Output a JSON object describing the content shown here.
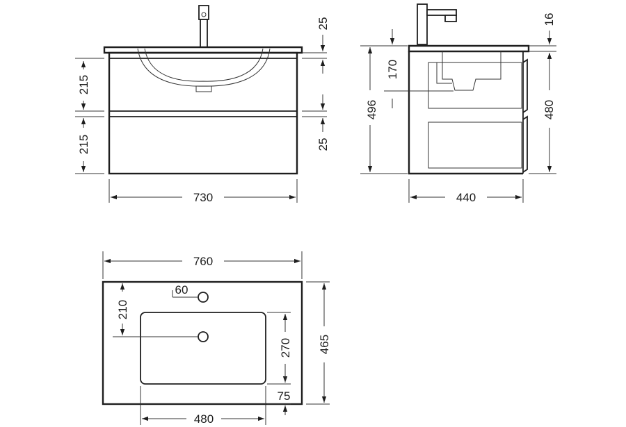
{
  "front_view": {
    "drawer_top_height": "215",
    "drawer_bottom_height": "215",
    "width": "730",
    "top_gap": "25",
    "bottom_gap": "25"
  },
  "side_view": {
    "total_height": "496",
    "basin_depth": "170",
    "top_thickness": "16",
    "cabinet_height": "480",
    "depth": "440"
  },
  "top_view": {
    "width": "760",
    "depth": "465",
    "tap_hole_offset": "60",
    "bowl_to_drain": "210",
    "bowl_depth": "270",
    "front_margin": "75",
    "bowl_width": "480"
  }
}
